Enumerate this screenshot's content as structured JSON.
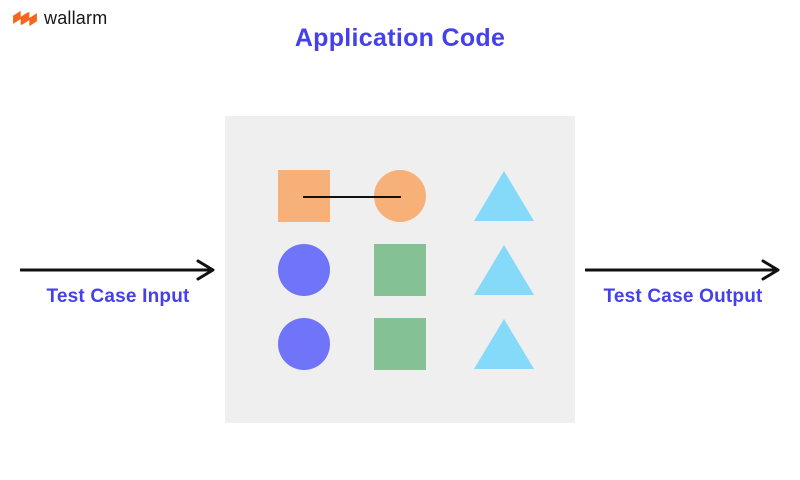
{
  "logo": {
    "brand": "wallarm",
    "icon_color": "#F4651E",
    "text_color": "#15171B"
  },
  "title": {
    "text": "Application Code",
    "color": "#4440EB"
  },
  "flow": {
    "input_label": "Test Case Input",
    "output_label": "Test Case Output",
    "arrow_color": "#111111",
    "label_color": "#4440EB"
  },
  "application_box": {
    "background": "#EFEFEF",
    "connector": {
      "from": "orange-square",
      "to": "orange-circle",
      "color": "#111111"
    },
    "grid": [
      [
        {
          "shape": "square",
          "color": "#F6B078",
          "name": "orange-square"
        },
        {
          "shape": "circle",
          "color": "#F6B078",
          "name": "orange-circle"
        },
        {
          "shape": "triangle",
          "color": "#85DAFA",
          "name": "cyan-triangle"
        }
      ],
      [
        {
          "shape": "circle",
          "color": "#6F74F8",
          "name": "blue-circle"
        },
        {
          "shape": "square",
          "color": "#84C295",
          "name": "green-square"
        },
        {
          "shape": "triangle",
          "color": "#85DAFA",
          "name": "cyan-triangle"
        }
      ],
      [
        {
          "shape": "circle",
          "color": "#6F74F8",
          "name": "blue-circle"
        },
        {
          "shape": "square",
          "color": "#84C295",
          "name": "green-square"
        },
        {
          "shape": "triangle",
          "color": "#85DAFA",
          "name": "cyan-triangle"
        }
      ]
    ]
  }
}
